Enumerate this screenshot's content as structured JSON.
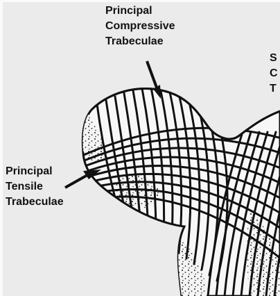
{
  "labels": {
    "principal_compressive": [
      "Principal",
      "Compressive",
      "Trabeculae"
    ],
    "principal_tensile": [
      "Principal",
      "Tensile",
      "Trabeculae"
    ],
    "secondary_partial": [
      "S",
      "C",
      "T"
    ]
  },
  "colors": {
    "background": "#ebebeb",
    "ink": "#111111",
    "bone": "#f4f4f4",
    "stipple": "#222222"
  }
}
